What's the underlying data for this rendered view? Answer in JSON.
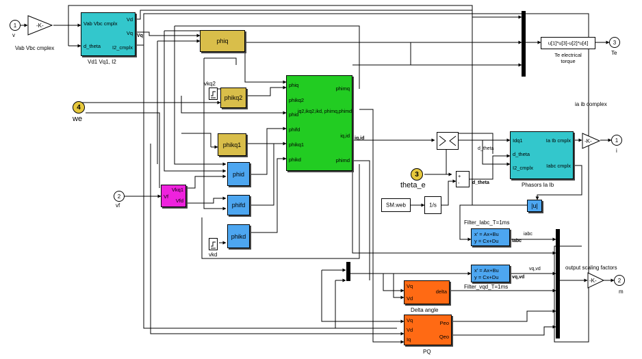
{
  "inports": [
    {
      "num": "1",
      "label": "v"
    },
    {
      "num": "2",
      "label": "vf"
    },
    {
      "num": "4",
      "label": "we"
    },
    {
      "num": "3",
      "label": "theta_e"
    }
  ],
  "outports": [
    {
      "num": "3",
      "label": "Te"
    },
    {
      "num": "1",
      "label": "i"
    },
    {
      "num": "2",
      "label": "m"
    }
  ],
  "gains": {
    "k1": "-K-",
    "k2": "-K-",
    "k3": "-K-"
  },
  "block_labels": {
    "vab_vbc_cmplx": "Vab Vbc cmplex",
    "vd1_vq1_i2": "Vd1 Vq1, I2",
    "fcn_expr": "u[1]*u[3]-u[2]*u[4]",
    "te_label": "Te electrical torque",
    "ia_ib_complex": "ia ib complex",
    "phasors": "Phasors Ia Ib",
    "filter_iabc": "Filter_Iabc_T=1ms",
    "filter_vqd": "Filter_vqd_T=1ms",
    "delta_angle": "Delta angle",
    "pq": "PQ",
    "output_scaling": "output scaling factors",
    "sm_web": "SM.web",
    "vkq2": "vkq2",
    "vkd": "vkd"
  },
  "vd1_block": {
    "in1": "Vab Vbc cmplx",
    "in2": "d_theta",
    "out1": "Vd",
    "out2": "Vq",
    "out3": "I2_cmplx"
  },
  "phi_blocks": {
    "phiq": "phiq",
    "phikq2": "phikq2",
    "phikq1": "phikq1",
    "phid": "phid",
    "phifd": "phifd",
    "phikd": "phikd"
  },
  "green_block": {
    "inputs": [
      "phiq",
      "phikq2",
      "phid",
      "phifd",
      "phikq1",
      "phikd"
    ],
    "outputs": [
      "phimq",
      "iq,id",
      "phimd"
    ],
    "center": "iq2,ikq2,ikd, phimq,phimd"
  },
  "magenta_block": {
    "in": "Vf",
    "out1": "Vkq1",
    "out2": "Vfd"
  },
  "phasor_block": {
    "in1": "Idq1",
    "in2": "d_theta",
    "in3": "I2_cmplx",
    "out1": "Ia Ib cmplx",
    "out2": "Iabc cmplx"
  },
  "abs_block": "|u|",
  "integrator": "1/s",
  "sum_signs": [
    "+",
    "-"
  ],
  "state_space": {
    "line1": "x' = Ax+Bu",
    "line2": "y = Cx+Du"
  },
  "delta_block": {
    "in1": "Vq",
    "in2": "Vd",
    "out": "delta"
  },
  "pq_block": {
    "in1": "Vq",
    "in2": "Vd",
    "in3": "Iq",
    "out1": "Peo",
    "out2": "Qeo"
  },
  "signal_labels": {
    "vq": "Vq",
    "iq_id": "iq,id",
    "d_theta1": "d_theta",
    "d_theta2": "d_theta",
    "iabc": "iabc",
    "iabc2": "Iabc",
    "vqvd": "vq,vd",
    "vqvd2": "vq,vd"
  },
  "colors": {
    "cyan": "#33c7cc",
    "yellow": "#d9be4a",
    "green": "#22cc22",
    "blue": "#4da6f0",
    "magenta": "#ee22dd",
    "orange": "#ff6a14",
    "inport_gold": "#e6c83c"
  }
}
